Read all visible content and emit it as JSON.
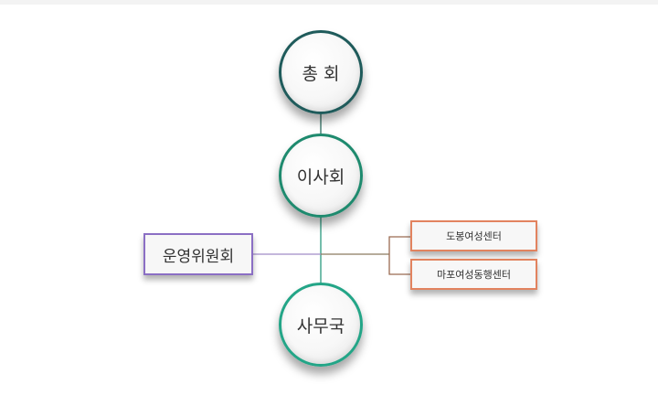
{
  "org_chart": {
    "general_assembly": {
      "label": "총 회",
      "border_color": "#1f5b5b"
    },
    "board": {
      "label": "이사회",
      "border_color": "#1e8a6e"
    },
    "secretariat": {
      "label": "사무국",
      "border_color": "#23a587"
    },
    "steering_committee": {
      "label": "운영위원회",
      "border_color": "#8b6fc4"
    },
    "dobong_center": {
      "label": "도봉여성센터",
      "border_color": "#e2835f"
    },
    "mapo_center": {
      "label": "마포여성동행센터",
      "border_color": "#e2835f"
    }
  }
}
